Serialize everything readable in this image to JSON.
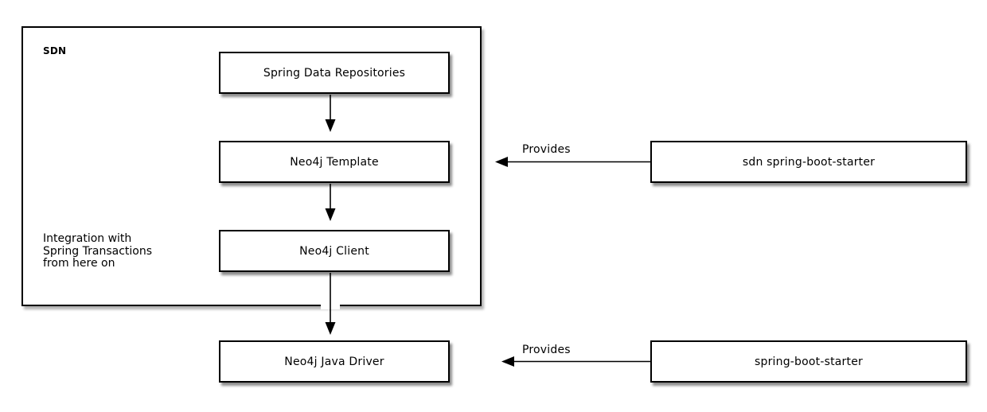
{
  "diagram": {
    "package": {
      "label": "SDN",
      "note": "Integration with\nSpring Transactions\nfrom here on"
    },
    "nodes": [
      {
        "id": "spring-data-repositories",
        "label": "Spring Data Repositories"
      },
      {
        "id": "neo4j-template",
        "label": "Neo4j Template"
      },
      {
        "id": "neo4j-client",
        "label": "Neo4j Client"
      },
      {
        "id": "neo4j-java-driver",
        "label": "Neo4j Java Driver"
      },
      {
        "id": "sdn-spring-boot-starter",
        "label": "sdn spring-boot-starter"
      },
      {
        "id": "spring-boot-starter",
        "label": "spring-boot-starter"
      }
    ],
    "edges": [
      {
        "from": "spring-data-repositories",
        "to": "neo4j-template",
        "label": ""
      },
      {
        "from": "neo4j-template",
        "to": "neo4j-client",
        "label": ""
      },
      {
        "from": "neo4j-client",
        "to": "neo4j-java-driver",
        "label": ""
      },
      {
        "from": "sdn-spring-boot-starter",
        "to": "neo4j-template",
        "label": "Provides"
      },
      {
        "from": "spring-boot-starter",
        "to": "neo4j-java-driver",
        "label": "Provides"
      }
    ],
    "colors": {
      "background": "#ffffff",
      "line": "#000000",
      "node_fill": "#ffffff",
      "text": "#000000"
    }
  }
}
